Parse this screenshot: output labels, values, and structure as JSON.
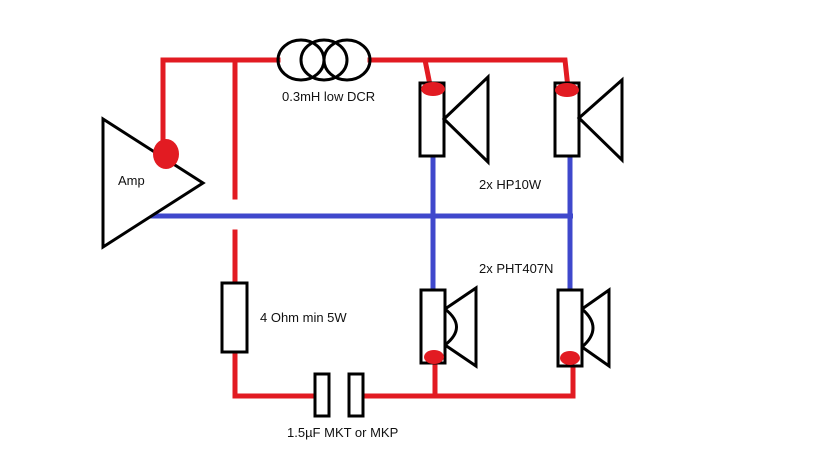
{
  "labels": {
    "amp": "Amp",
    "inductor": "0.3mH low DCR",
    "tweeters": "2x HP10W",
    "woofers": "2x PHT407N",
    "resistor": "4 Ohm min 5W",
    "capacitor": "1.5µF MKT or MKP"
  },
  "colors": {
    "positive_wire": "#e21b22",
    "negative_wire": "#3f48cc",
    "component_outline": "#000000"
  }
}
